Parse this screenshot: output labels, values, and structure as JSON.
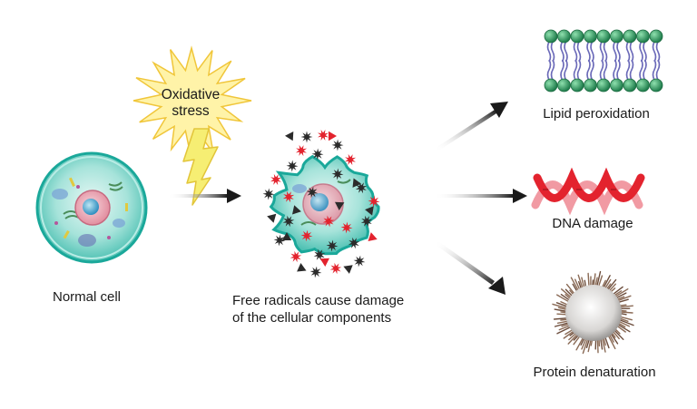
{
  "stress_label": {
    "line1": "Oxidative",
    "line2": "stress"
  },
  "normal_cell_label": "Normal cell",
  "damaged_cell_label": {
    "line1": "Free radicals cause damage",
    "line2": "of the cellular components"
  },
  "outcomes": [
    {
      "label": "Lipid peroxidation",
      "icon": "lipid-bilayer-icon"
    },
    {
      "label": "DNA damage",
      "icon": "dna-helix-icon"
    },
    {
      "label": "Protein denaturation",
      "icon": "protein-aggregate-icon"
    }
  ],
  "colors": {
    "cell_fill": "#7fd3c8",
    "cell_rim": "#1aa89a",
    "nucleus": "#e79aa8",
    "nucleolus": "#4aa6c9",
    "starburst": "#fff09a",
    "lightning": "#f6ee73",
    "arrow": "#1a1a1a",
    "lipid_head": "#2f9e63",
    "lipid_tail": "#6a69b8",
    "dna": "#e8404a",
    "protein_spikes": "#8a6a55",
    "radical_dark": "#2b2b2b",
    "radical_red": "#e3232e"
  }
}
